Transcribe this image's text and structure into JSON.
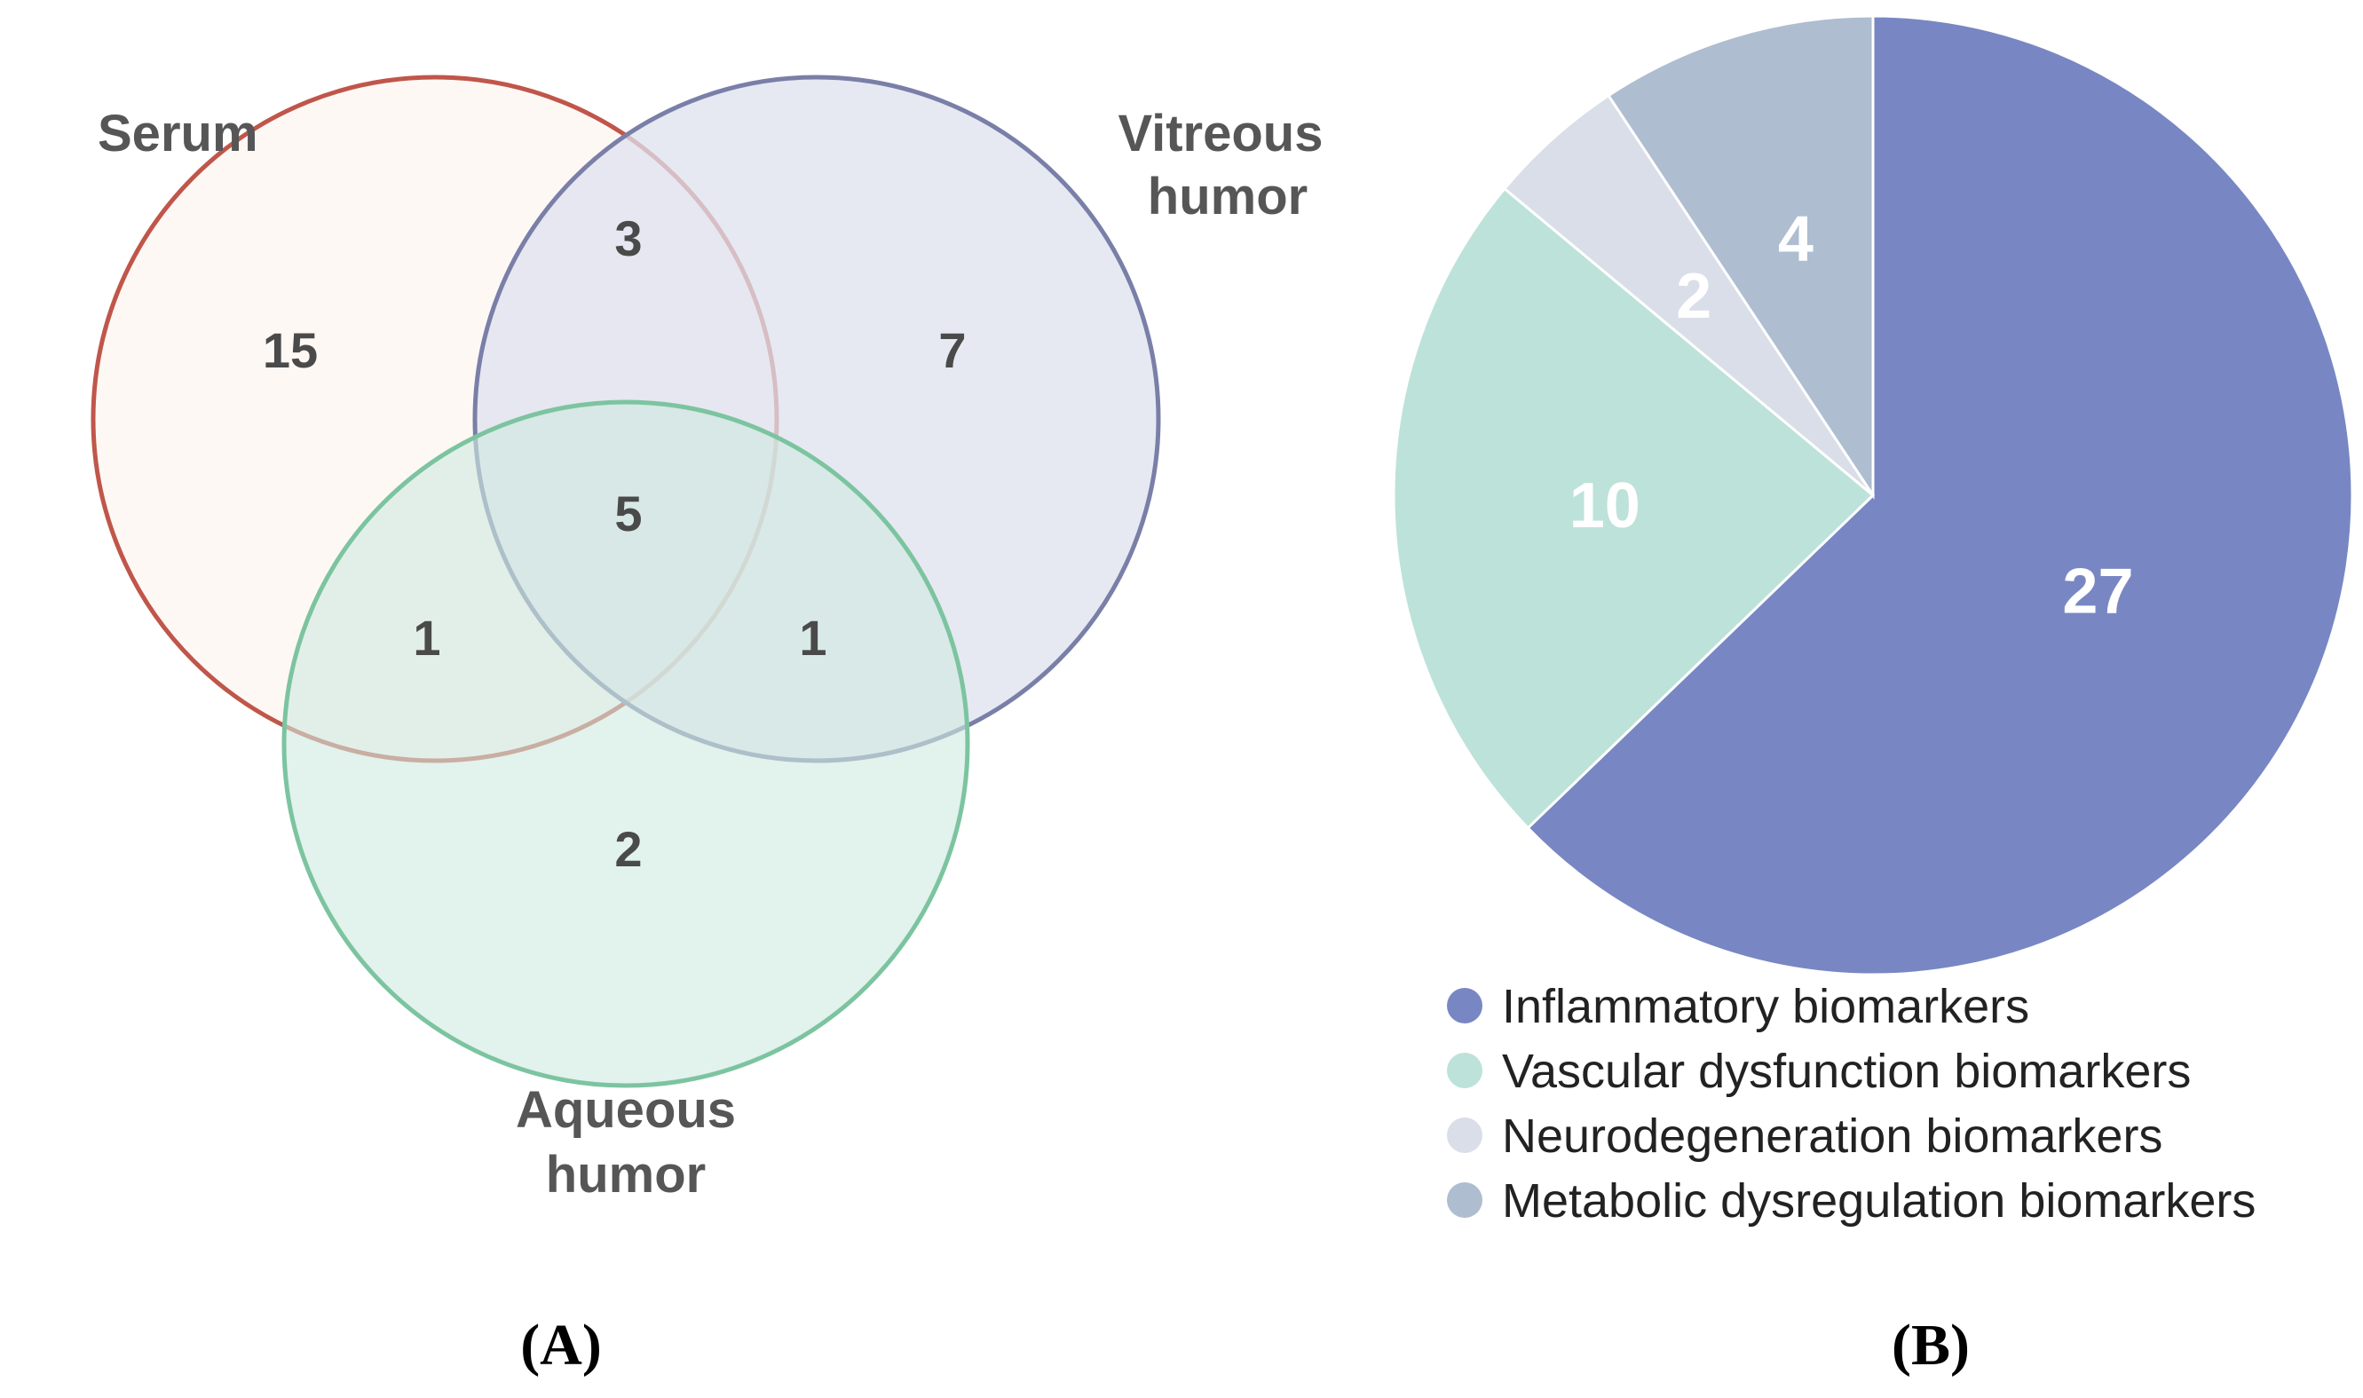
{
  "chart_data": [
    {
      "type": "venn",
      "panel": "(A)",
      "sets": [
        {
          "name": "Serum",
          "color": "#c0564a",
          "fill": "#fdf5f2"
        },
        {
          "name": "Vitreous humor",
          "color": "#7a7fa8",
          "fill": "#dde1ee"
        },
        {
          "name": "Aqueous humor",
          "color": "#7cc4a0",
          "fill": "#cfeadf"
        }
      ],
      "label_lines": {
        "serum": [
          "Serum"
        ],
        "vitreous": [
          "Vitreous",
          "humor"
        ],
        "aqueous": [
          "Aqueous",
          "humor"
        ]
      },
      "regions": {
        "serum_only": 15,
        "vitreous_only": 7,
        "aqueous_only": 2,
        "serum_vitreous": 3,
        "serum_aqueous": 1,
        "vitreous_aqueous": 1,
        "all_three": 5
      }
    },
    {
      "type": "pie",
      "panel": "(B)",
      "slices": [
        {
          "label": "Inflammatory biomarkers",
          "value": 27,
          "color": "#7887c3"
        },
        {
          "label": "Vascular dysfunction biomarkers",
          "value": 10,
          "color": "#bde2d9"
        },
        {
          "label": "Neurodegeneration biomarkers",
          "value": 2,
          "color": "#d9dee8"
        },
        {
          "label": "Metabolic dysregulation biomarkers",
          "value": 4,
          "color": "#aebdd0"
        }
      ],
      "legend_position": "bottom"
    }
  ]
}
